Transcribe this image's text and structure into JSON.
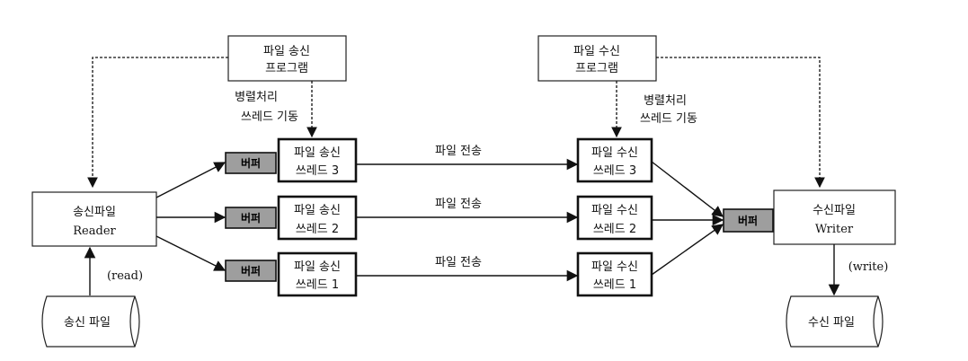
{
  "sender_program": {
    "line1": "파일 송신",
    "line2": "프로그램"
  },
  "receiver_program": {
    "line1": "파일 수신",
    "line2": "프로그램"
  },
  "sender_thread_start": {
    "line1": "병렬처리",
    "line2": "쓰레드 기동"
  },
  "receiver_thread_start": {
    "line1": "병렬처리",
    "line2": "쓰레드 기동"
  },
  "reader": {
    "line1": "송신파일",
    "line2": "Reader"
  },
  "writer": {
    "line1": "수신파일",
    "line2": "Writer"
  },
  "buffer_label": "버퍼",
  "send_threads": [
    {
      "line1": "파일 송신",
      "line2": "쓰레드 3"
    },
    {
      "line1": "파일 송신",
      "line2": "쓰레드  2"
    },
    {
      "line1": "파일 송신",
      "line2": "쓰레드  1"
    }
  ],
  "recv_threads": [
    {
      "line1": "파일 수신",
      "line2": "쓰레드  3"
    },
    {
      "line1": "파일 수신",
      "line2": "쓰레드  2"
    },
    {
      "line1": "파일 수신",
      "line2": "쓰레드  1"
    }
  ],
  "transfer_label": "파일 전송",
  "read_label": "(read)",
  "write_label": "(write)",
  "source_file": "송신 파일",
  "dest_file": "수신 파일"
}
